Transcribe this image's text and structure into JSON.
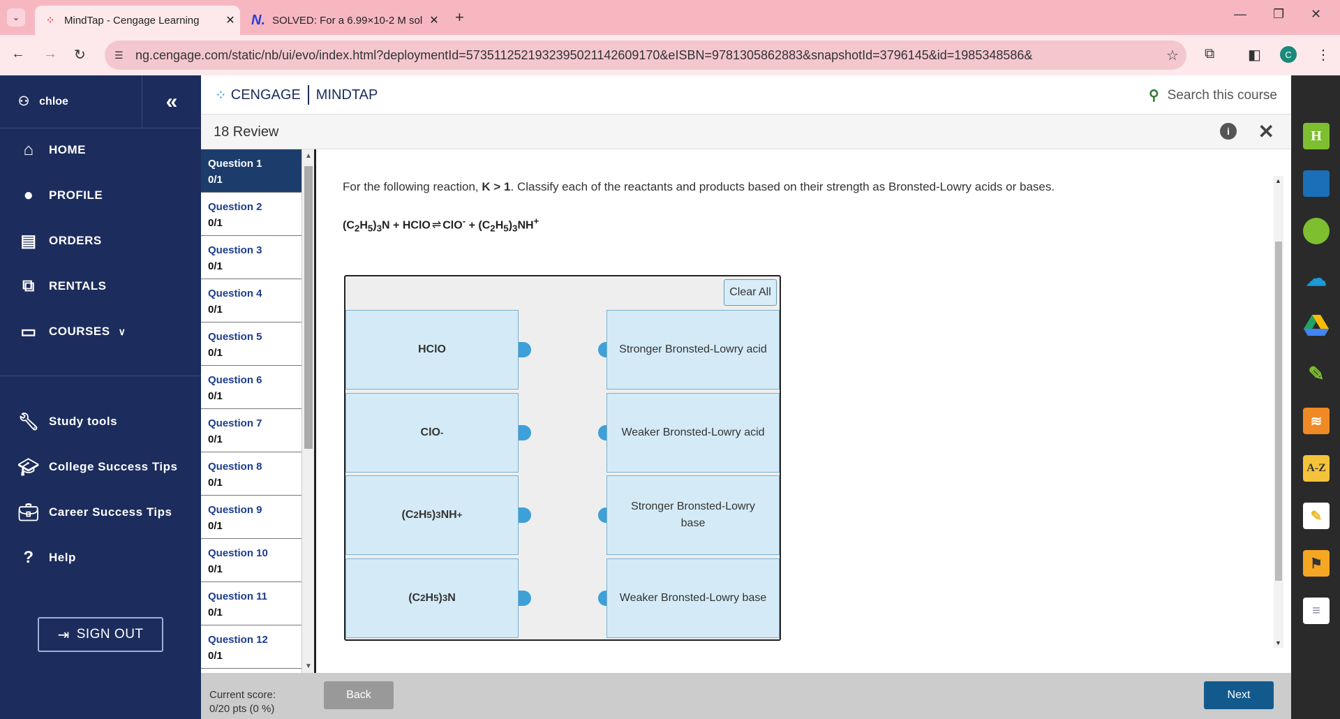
{
  "browser": {
    "tabs": [
      {
        "title": "MindTap - Cengage Learning",
        "close": "✕"
      },
      {
        "title": "SOLVED: For a 6.99×10-2 M sol",
        "close": "✕"
      }
    ],
    "new_tab": "+",
    "url": "ng.cengage.com/static/nb/ui/evo/index.html?deploymentId=5735112521932395021142609170&eISBN=9781305862883&snapshotId=3796145&id=1985348586&",
    "profile_initial": "C"
  },
  "sidebar": {
    "user": "chloe",
    "collapse": "«",
    "items": [
      {
        "label": "HOME"
      },
      {
        "label": "PROFILE"
      },
      {
        "label": "ORDERS"
      },
      {
        "label": "RENTALS"
      },
      {
        "label": "COURSES"
      },
      {
        "label": "Study tools"
      },
      {
        "label": "College Success Tips"
      },
      {
        "label": "Career Success Tips"
      },
      {
        "label": "Help"
      }
    ],
    "sign_out": "SIGN OUT"
  },
  "header": {
    "brand_left": "CENGAGE",
    "brand_right": "MINDTAP",
    "search_placeholder": "Search this course"
  },
  "activity": {
    "title": "18 Review"
  },
  "questions": [
    {
      "label": "Question 1",
      "score": "0/1"
    },
    {
      "label": "Question 2",
      "score": "0/1"
    },
    {
      "label": "Question 3",
      "score": "0/1"
    },
    {
      "label": "Question 4",
      "score": "0/1"
    },
    {
      "label": "Question 5",
      "score": "0/1"
    },
    {
      "label": "Question 6",
      "score": "0/1"
    },
    {
      "label": "Question 7",
      "score": "0/1"
    },
    {
      "label": "Question 8",
      "score": "0/1"
    },
    {
      "label": "Question 9",
      "score": "0/1"
    },
    {
      "label": "Question 10",
      "score": "0/1"
    },
    {
      "label": "Question 11",
      "score": "0/1"
    },
    {
      "label": "Question 12",
      "score": "0/1"
    }
  ],
  "question": {
    "prompt_pre": "For the following reaction, ",
    "prompt_k": "K > 1",
    "prompt_post": ". Classify each of the reactants and products based on their strength as Bronsted-Lowry acids or bases."
  },
  "matching": {
    "clear_all": "Clear All",
    "left": [
      "HClO",
      "ClO-",
      "(C2H5)3NH+",
      "(C2H5)3N"
    ],
    "right": [
      "Stronger Bronsted-Lowry acid",
      "Weaker Bronsted-Lowry acid",
      "Stronger Bronsted-Lowry base",
      "Weaker Bronsted-Lowry base"
    ]
  },
  "footer": {
    "score_label": "Current score:",
    "score_value": "0/20 pts (0 %)",
    "back": "Back",
    "next": "Next"
  },
  "rail": {
    "h_label": "H",
    "az_label": "A-Z"
  }
}
